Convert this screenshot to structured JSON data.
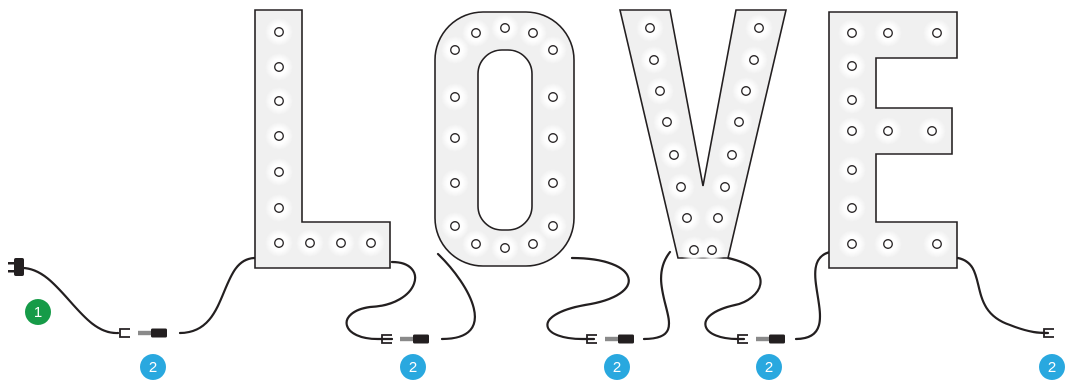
{
  "colors": {
    "letter_fill": "#f0f0f0",
    "letter_stroke": "#231f20",
    "bulb_glow": "#ffffff",
    "cable": "#231f20",
    "connector_grey": "#8a8a8a",
    "connector_black": "#231f20",
    "badge_green": "#169b48",
    "badge_blue": "#29a8df",
    "badge_text": "#ffffff"
  },
  "letters": [
    {
      "name": "L"
    },
    {
      "name": "O"
    },
    {
      "name": "V"
    },
    {
      "name": "E"
    }
  ],
  "badges": [
    {
      "label": "1",
      "kind": "power-plug"
    },
    {
      "label": "2",
      "kind": "connector"
    },
    {
      "label": "2",
      "kind": "connector"
    },
    {
      "label": "2",
      "kind": "connector"
    },
    {
      "label": "2",
      "kind": "connector"
    },
    {
      "label": "2",
      "kind": "connector"
    }
  ]
}
